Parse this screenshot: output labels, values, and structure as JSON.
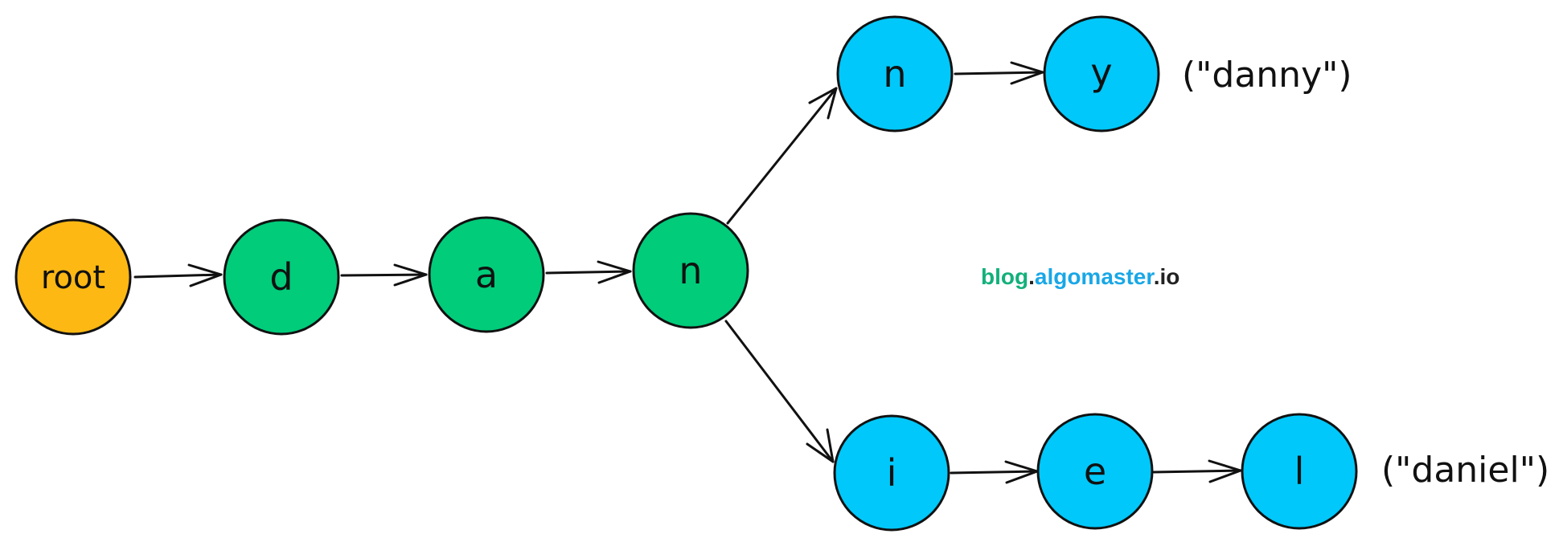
{
  "colors": {
    "root": "#FDB813",
    "common_prefix": "#00CC7A",
    "branch": "#00C8FA",
    "watermark_green": "#13B07B",
    "watermark_blue": "#19A7E6",
    "watermark_dark": "#222222"
  },
  "nodes": {
    "root": "root",
    "d": "d",
    "a": "a",
    "n": "n",
    "n2": "n",
    "y": "y",
    "i": "i",
    "e": "e",
    "l": "l"
  },
  "words": {
    "danny": "(\"danny\")",
    "daniel": "(\"daniel\")"
  },
  "watermark": {
    "part1": "blog",
    "dot1": ".",
    "part2": "algomaster",
    "dot2": ".",
    "part3": "io"
  }
}
